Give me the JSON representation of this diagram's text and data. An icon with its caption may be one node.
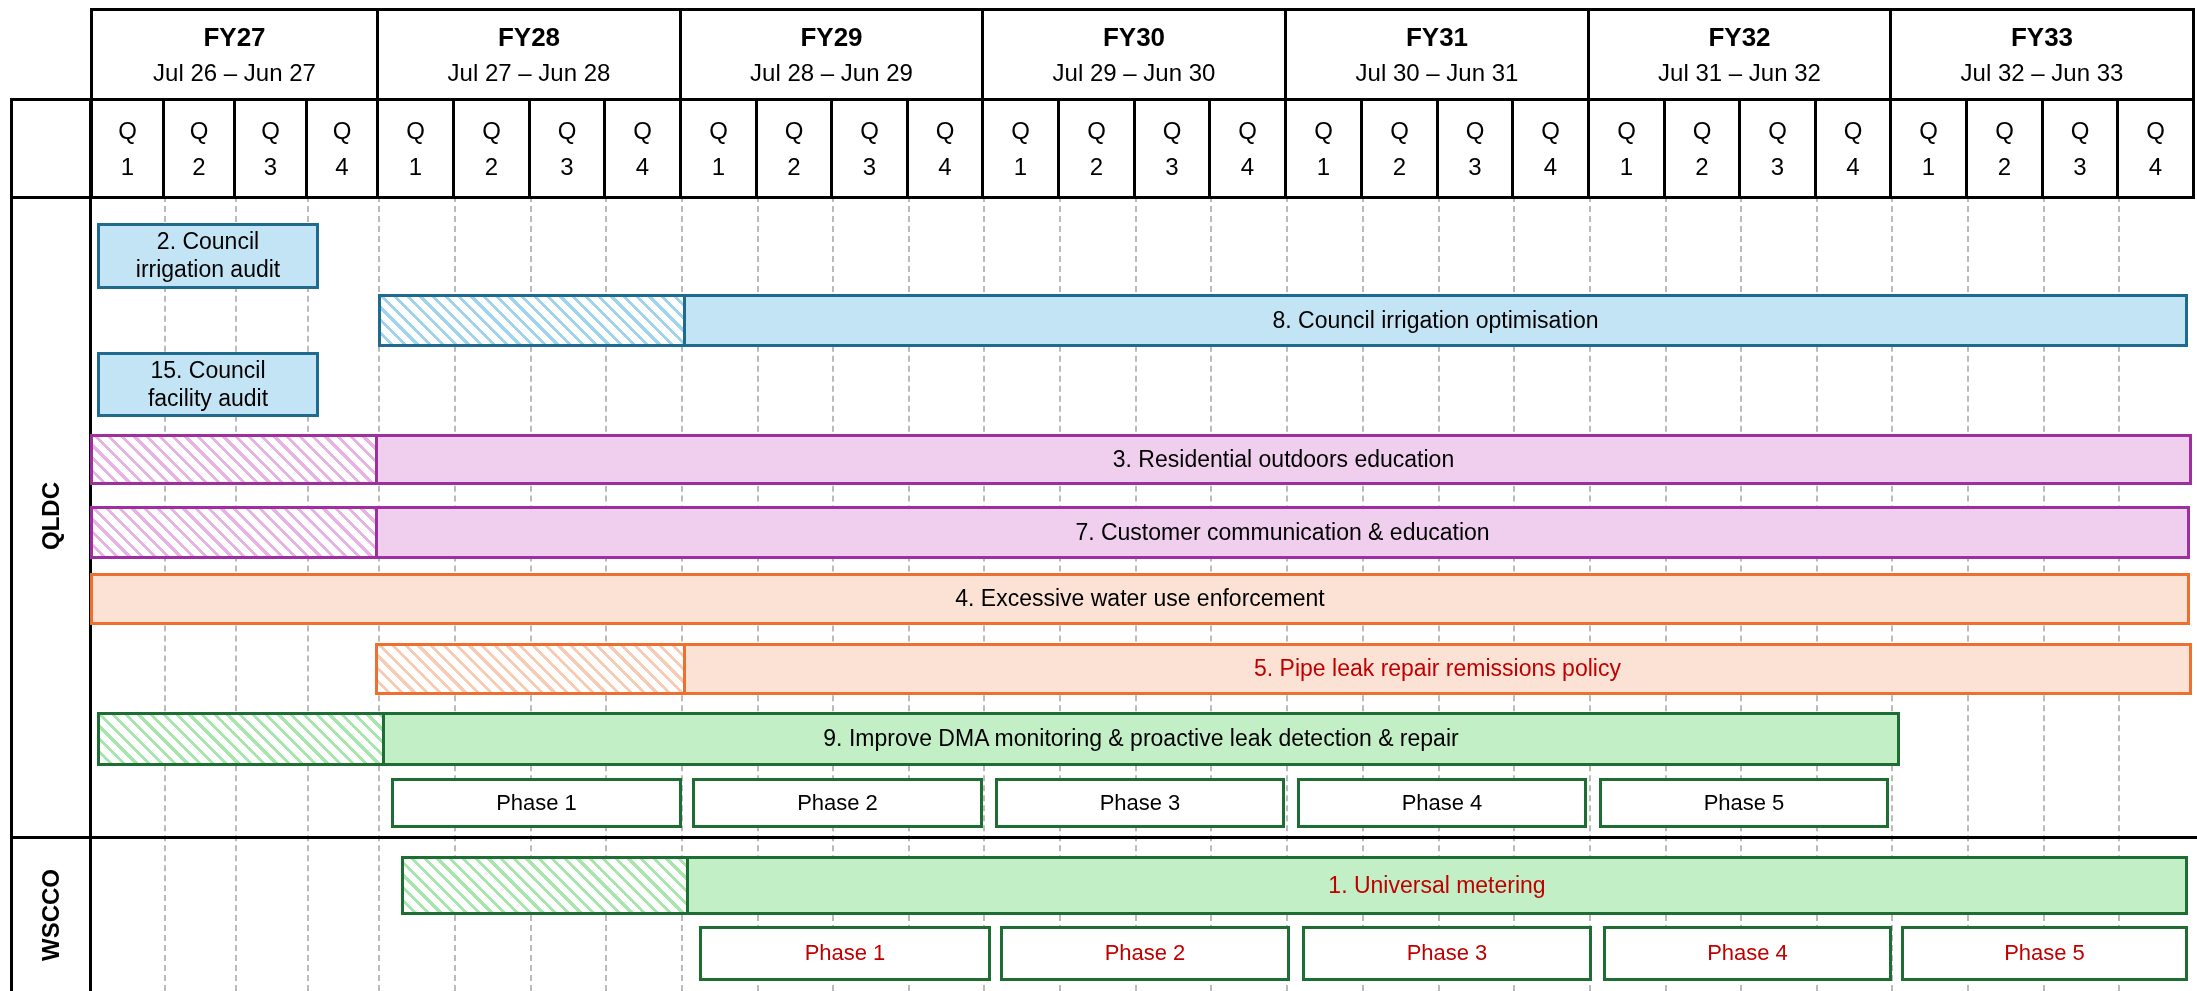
{
  "diagram": {
    "nodes": [
      {
        "text": [
          "2. Council irrigation audit"
        ]
      },
      {
        "text": [
          "8. Council irrigation optimisation"
        ]
      },
      {
        "text": [
          "15. Council facility audit"
        ]
      },
      {
        "text": [
          "3. Residential outdoors education"
        ]
      },
      {
        "text": [
          "7. Customer communication & education"
        ]
      },
      {
        "text": [
          "4. Excessive water use enforcement"
        ]
      },
      {
        "text": [
          "5. Pipe leak repair remissions policy"
        ]
      },
      {
        "text": [
          "9. Improve DMA monitoring & proactive leak detection & repair"
        ]
      },
      {
        "text": [
          "Phase 1"
        ]
      },
      {
        "text": [
          "Phase 2"
        ]
      },
      {
        "text": [
          "Phase 3"
        ]
      },
      {
        "text": [
          "Phase 4"
        ]
      },
      {
        "text": [
          "Phase 5"
        ]
      },
      {
        "text": [
          "1. Universal metering"
        ]
      },
      {
        "text": [
          "Phase 1"
        ]
      },
      {
        "text": [
          "Phase 2"
        ]
      },
      {
        "text": [
          "Phase 3"
        ]
      },
      {
        "text": [
          "Phase 4"
        ]
      },
      {
        "text": [
          "Phase 5"
        ]
      }
    ],
    "labels": [
      "FY27",
      "Jul 26 – Jun 27",
      "FY28",
      "Jul 27 – Jun 28",
      "FY29",
      "Jul 28 – Jun 29",
      "FY30",
      "Jul 29 – Jun 30",
      "FY31",
      "Jul 30 – Jun 31",
      "FY32",
      "Jul 31 – Jun 32",
      "FY33",
      "Jul 32 – Jun 33",
      "Q 1",
      "Q 2",
      "Q 3",
      "Q 4",
      "Q 1",
      "Q 2",
      "Q 3",
      "Q 4",
      "Q 1",
      "Q 2",
      "Q 3",
      "Q 4",
      "Q 1",
      "Q 2",
      "Q 3",
      "Q 4",
      "Q 1",
      "Q 2",
      "Q 3",
      "Q 4",
      "Q 1",
      "Q 2",
      "Q 3",
      "Q 4",
      "Q 1",
      "Q 2",
      "Q 3",
      "Q 4",
      "QLDC",
      "WSCCO"
    ]
  }
}
